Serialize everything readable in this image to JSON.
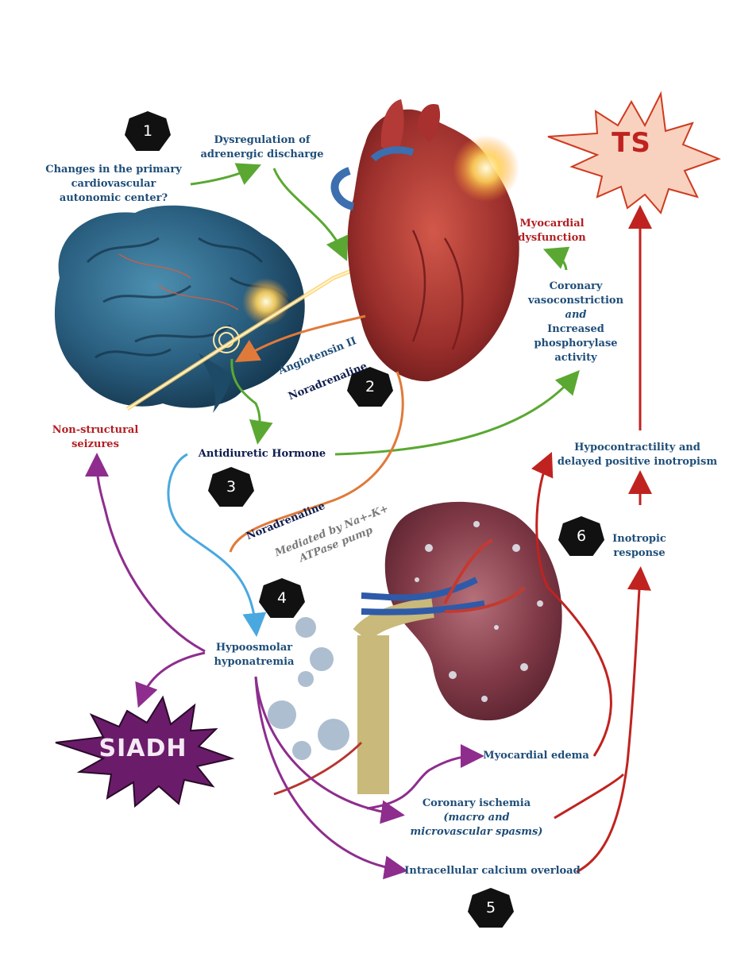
{
  "steps": [
    "1",
    "2",
    "3",
    "4",
    "5",
    "6"
  ],
  "labels": {
    "primary_center": [
      "Changes in the primary",
      "cardiovascular",
      "autonomic center?"
    ],
    "dysregulation": [
      "Dysregulation of",
      "adrenergic discharge"
    ],
    "myocardial_dysfunction": [
      "Myocardial",
      "dysfunction"
    ],
    "coronary_vaso": [
      "Coronary",
      "vasoconstriction"
    ],
    "and": "and",
    "phosphorylase": [
      "Increased",
      "phosphorylase",
      "activity"
    ],
    "angiotensin": "Angiotensin II",
    "noradrenaline_top": "Noradrenaline",
    "seizures": [
      "Non-structural",
      "seizures"
    ],
    "adh": "Antidiuretic Hormone",
    "hypocontractility": [
      "Hypocontractility and",
      "delayed positive inotropism"
    ],
    "noradrenaline_mid": "Noradrenaline",
    "pump": [
      "Mediated by Na+-K+",
      "ATPase pump"
    ],
    "inotropic": [
      "Inotropic",
      "response"
    ],
    "hypo": [
      "Hypoosmolar",
      "hyponatremia"
    ],
    "edema": "Myocardial edema",
    "ischemia": "Coronary ischemia",
    "ischemia_sub": [
      "(macro and",
      "microvascular spasms)"
    ],
    "calcium": "Intracellular calcium overload",
    "ts": "TS",
    "siadh": "SIADH"
  },
  "colors": {
    "green": "#5aa832",
    "orange": "#e07a3a",
    "purple": "#8e2d8e",
    "red": "#c0231f",
    "blue": "#4aa8e0",
    "text_blue": "#1f4e79",
    "text_red": "#b21f24"
  }
}
